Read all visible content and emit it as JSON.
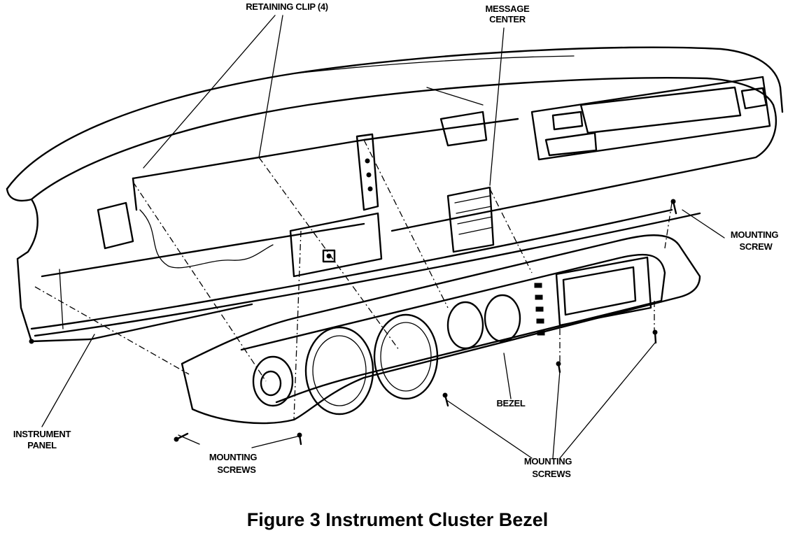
{
  "labels": {
    "retaining_clip": "RETAINING CLIP (4)",
    "message_center_line1": "MESSAGE",
    "message_center_line2": "CENTER",
    "mounting_screw_right_line1": "MOUNTING",
    "mounting_screw_right_line2": "SCREW",
    "instrument_panel_line1": "INSTRUMENT",
    "instrument_panel_line2": "PANEL",
    "mounting_screws_left_line1": "MOUNTING",
    "mounting_screws_left_line2": "SCREWS",
    "bezel": "BEZEL",
    "mounting_screws_bottom_line1": "MOUNTING",
    "mounting_screws_bottom_line2": "SCREWS"
  },
  "caption": "Figure 3  Instrument Cluster Bezel"
}
